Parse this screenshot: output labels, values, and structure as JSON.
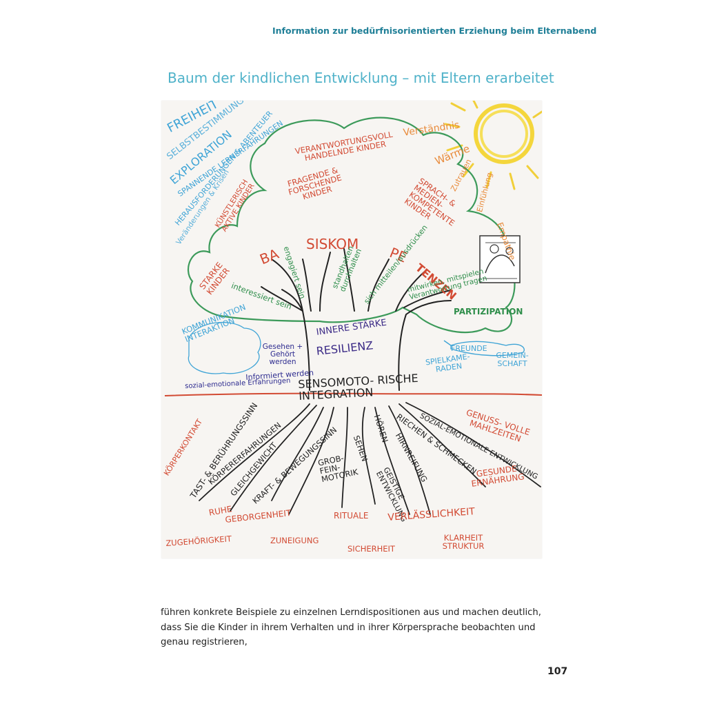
{
  "header": {
    "running_title": "Information zur bedürfnisorientierten Erziehung beim Elternabend"
  },
  "figure": {
    "title": "Baum der kindlichen Entwicklung – mit Eltern erarbeitet"
  },
  "poster": {
    "crown_left_top": [
      "FREIHEIT",
      "SELBSTBESTIMMUNG",
      "EXPLORATION",
      "SPANNENDE LERNERFAHRUNGEN",
      "HERAUSFORDERUNGEN & ABENTEUER",
      "Veränderungen & Krisen"
    ],
    "crown_top": "VERANTWORTUNGSVOLL HANDELNDE KINDER",
    "crown_middle": "FRAGENDE & FORSCHENDE KINDER",
    "crown_left": "KÜNSTLERISCH AKTIVE KINDER",
    "crown_strong": "STARKE KINDER",
    "crown_right": "SPRACH- & MEDIEN- KOMPETENTE KINDER",
    "sun_words": [
      "Verständnis",
      "Wärme",
      "Zutrauen",
      "Einfühlung",
      "Empathie"
    ],
    "basis_left": "BA",
    "basis_mid": "SISKOM",
    "basis_pe": "PE",
    "basis_end": "TENZEN",
    "branches": [
      "engagiert sein",
      "standhalten durchhalten",
      "sich mitteilen/ausdrücken",
      "interessiert sein",
      "mitwirken, mitspielen Verantwortung tragen"
    ],
    "participation": "PARTIZIPATION",
    "trunk_top": "INNERE STÄRKE",
    "trunk_bottom": "RESILIENZ",
    "communication": "KOMMUNIKATION INTERAKTION",
    "seen": "Gesehen + Gehört werden",
    "informed": "Informiert werden",
    "social_emotional": "sozial-emotionale Erfahrungen",
    "friends": "FREUNDE",
    "playmates": "SPIELKAME- RADEN",
    "community": "GEMEIN- SCHAFT",
    "sensomotor": "SENSOMOTO- RISCHE INTEGRATION",
    "roots": [
      "TAST- & BERÜHRUNGSSINN",
      "KÖRPERERFAHRUNGEN",
      "GLEICHGEWICHT",
      "KRAFT- & BEWEGUNGSSINN",
      "GROB- FEIN- MOTORIK",
      "SEHEN",
      "HÖREN",
      "RIECHEN & SCHMECKEN",
      "HIRNREIFUNG",
      "GEISTIGE ENTWICKLUNG",
      "SOZIAL-EMOTIONALE ENTWICKLUNG"
    ],
    "ground_words": [
      "KÖRPERKONTAKT",
      "GENUSS- VOLLE MAHLZEITEN",
      "GESUNDE ERNÄHRUNG",
      "RUHE",
      "GEBORGENHEIT",
      "RITUALE",
      "VERLÄSSLICHKEIT",
      "ZUGEHÖRIGKEIT",
      "ZUNEIGUNG",
      "SICHERHEIT",
      "KLARHEIT STRUKTUR"
    ]
  },
  "body": {
    "paragraph": "führen konkrete Beispiele zu einzelnen Lerndispositionen aus und machen deutlich, dass Sie die Kinder in ihrem Verhalten und in ihrer Körpersprache beobachten und genau registrieren,"
  },
  "footer": {
    "page_number": "107"
  },
  "colors": {
    "header": "#1f7f97",
    "title": "#4fb2c9",
    "crown_outline": "#3c9a5a",
    "sun": "#f4d63c",
    "ground_line": "#d24a33"
  }
}
